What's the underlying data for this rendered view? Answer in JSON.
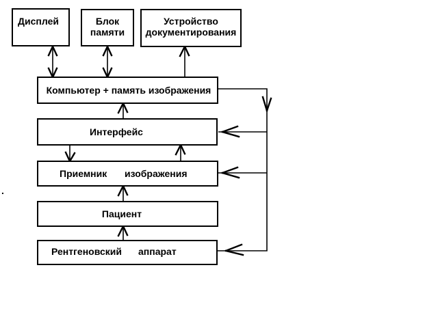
{
  "diagram": {
    "background": "#ffffff",
    "ink_color": "#000000",
    "stray_mark": ".",
    "boxes": {
      "display": {
        "label": "Дисплей"
      },
      "memory_unit": {
        "line1": "Блок",
        "line2": "памяти"
      },
      "documentation_device": {
        "line1": "Устройство",
        "line2": "документирования"
      },
      "computer": {
        "label": "Компьютер + память изображения"
      },
      "interface": {
        "label": "Интерфейс"
      },
      "image_receiver": {
        "word1": "Приемник",
        "word2": "изображения"
      },
      "patient": {
        "label": "Пациент"
      },
      "xray_apparatus": {
        "word1": "Рентгеновский",
        "word2": "аппарат"
      }
    },
    "edges": [
      {
        "from": "display",
        "to": "computer",
        "direction": "bidirectional"
      },
      {
        "from": "memory_unit",
        "to": "computer",
        "direction": "bidirectional"
      },
      {
        "from": "computer",
        "to": "documentation_device",
        "direction": "one-way"
      },
      {
        "from": "interface",
        "to": "computer",
        "direction": "one-way"
      },
      {
        "from": "interface",
        "to": "image_receiver",
        "direction": "one-way"
      },
      {
        "from": "image_receiver",
        "to": "interface",
        "direction": "one-way"
      },
      {
        "from": "patient",
        "to": "image_receiver",
        "direction": "one-way"
      },
      {
        "from": "xray_apparatus",
        "to": "patient",
        "direction": "one-way"
      },
      {
        "from": "computer",
        "to": "interface",
        "direction": "one-way",
        "via": "right-bus"
      },
      {
        "from": "computer",
        "to": "image_receiver",
        "direction": "one-way",
        "via": "right-bus"
      },
      {
        "from": "computer",
        "to": "xray_apparatus",
        "direction": "one-way",
        "via": "right-bus"
      }
    ]
  }
}
